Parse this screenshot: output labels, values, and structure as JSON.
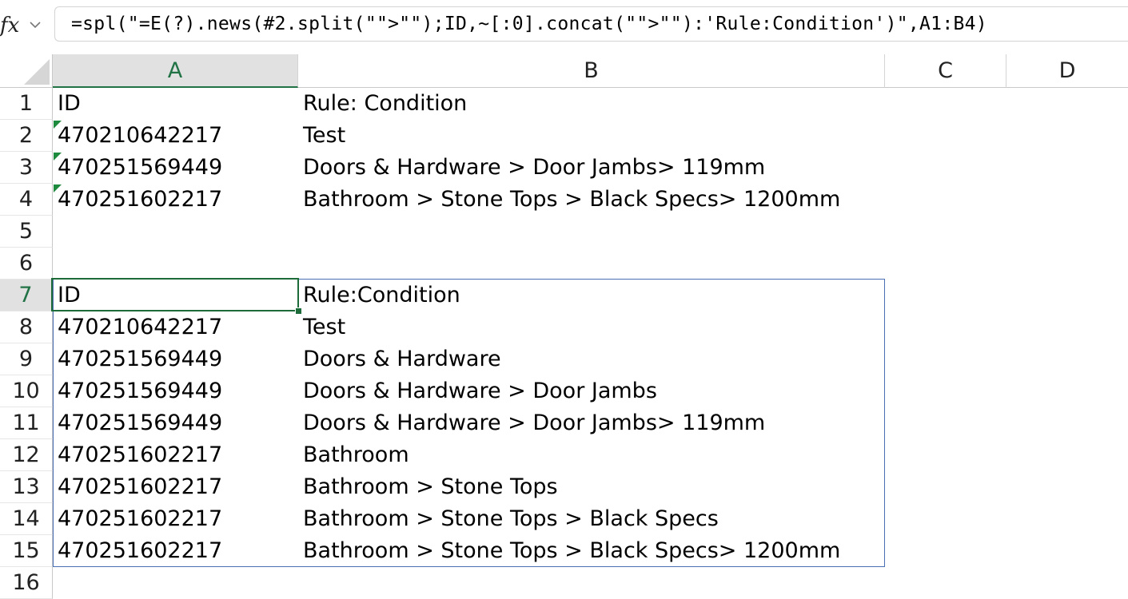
{
  "formula_bar": {
    "fx_label": "fx",
    "formula": "=spl(\"=E(?).news(#2.split(\"\">\"\");ID,~[:0].concat(\"\">\"\"):'Rule:Condition')\",A1:B4)"
  },
  "columns": [
    "A",
    "B",
    "C",
    "D"
  ],
  "rows": [
    "1",
    "2",
    "3",
    "4",
    "5",
    "6",
    "7",
    "8",
    "9",
    "10",
    "11",
    "12",
    "13",
    "14",
    "15",
    "16"
  ],
  "cells": {
    "r1": {
      "a": "ID",
      "b": "Rule: Condition"
    },
    "r2": {
      "a": "470210642217",
      "b": "Test"
    },
    "r3": {
      "a": "470251569449",
      "b": "Doors & Hardware > Door Jambs> 119mm"
    },
    "r4": {
      "a": "470251602217",
      "b": "Bathroom > Stone Tops > Black Specs> 1200mm"
    },
    "r7": {
      "a": "ID",
      "b": "Rule:Condition"
    },
    "r8": {
      "a": "470210642217",
      "b": "Test"
    },
    "r9": {
      "a": "470251569449",
      "b": "Doors & Hardware"
    },
    "r10": {
      "a": "470251569449",
      "b": "Doors & Hardware > Door Jambs"
    },
    "r11": {
      "a": "470251569449",
      "b": "Doors & Hardware > Door Jambs> 119mm"
    },
    "r12": {
      "a": "470251602217",
      "b": "Bathroom"
    },
    "r13": {
      "a": "470251602217",
      "b": "Bathroom > Stone Tops"
    },
    "r14": {
      "a": "470251602217",
      "b": "Bathroom > Stone Tops > Black Specs"
    },
    "r15": {
      "a": "470251602217",
      "b": "Bathroom > Stone Tops > Black Specs> 1200mm"
    }
  },
  "selection": {
    "active_cell": "A7",
    "active_column": "A",
    "active_row": "7"
  },
  "colors": {
    "accent": "#217346",
    "spill_border": "#4a6fb5",
    "text_as_number_marker": "#1e8a3e"
  }
}
